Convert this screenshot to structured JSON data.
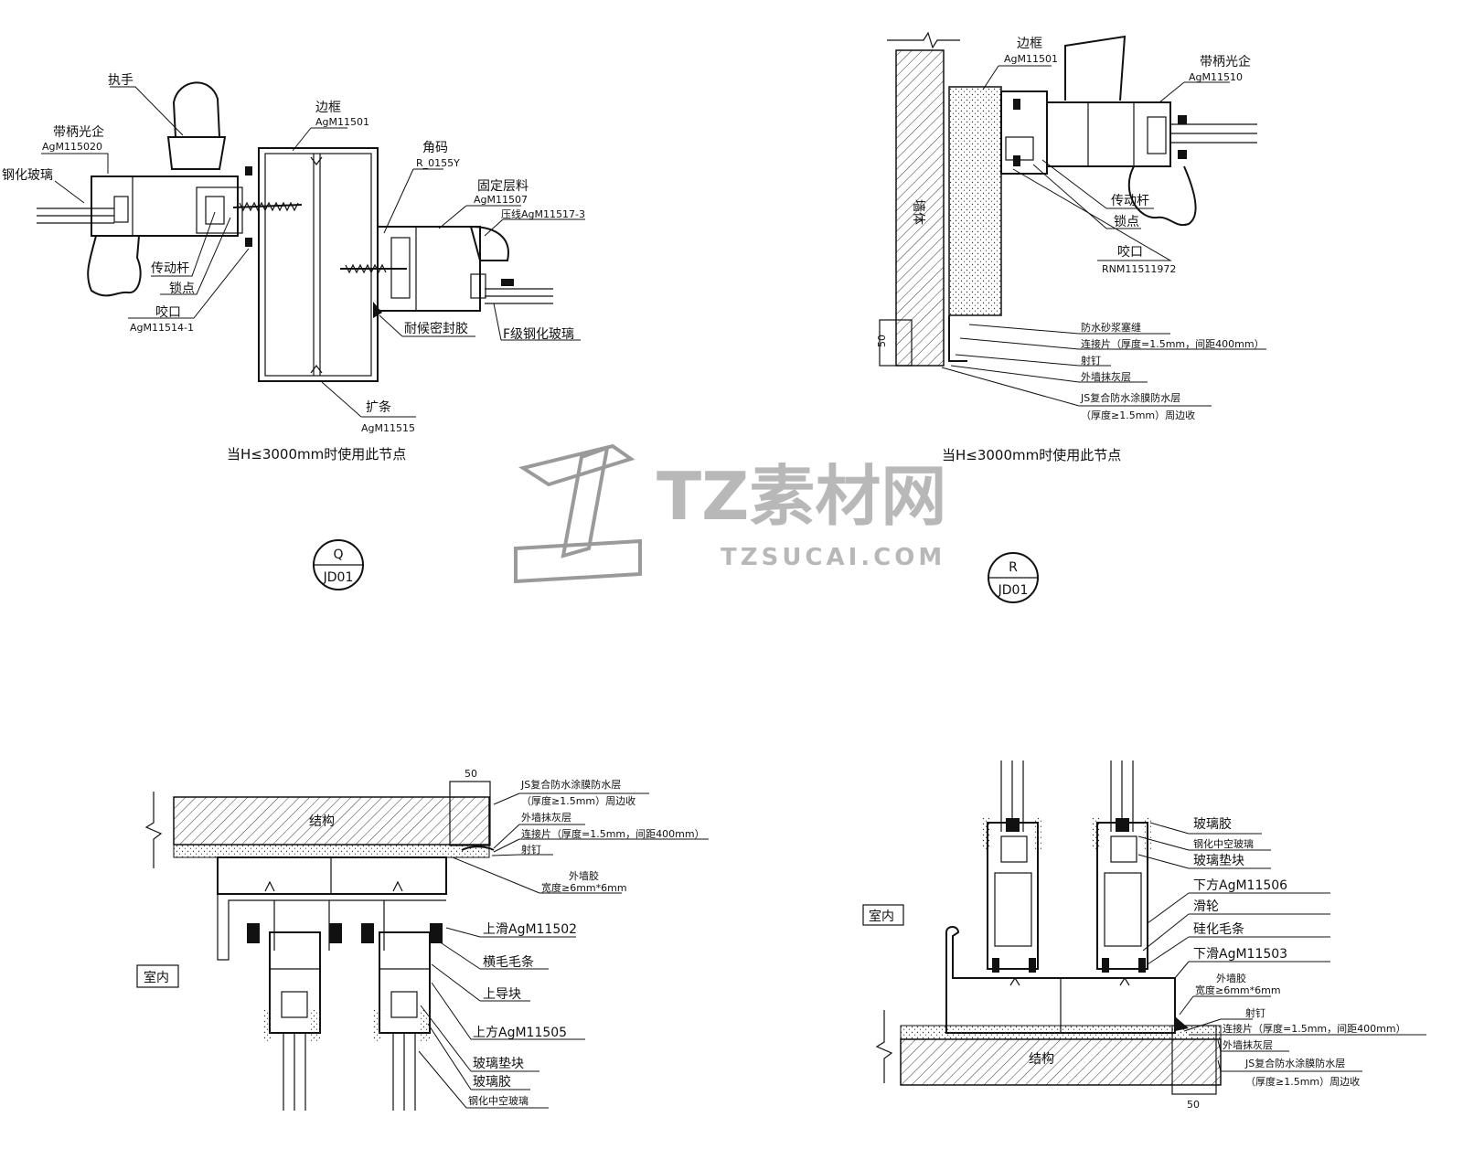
{
  "watermark": {
    "brand": "TZ素材网",
    "url": "TZSUCAI.COM"
  },
  "panel_q": {
    "labels": {
      "handle": "执手",
      "sash_profile": "带柄光企",
      "sash_code": "AgM115020",
      "glass": "钢化玻璃",
      "frame": "边框",
      "frame_code": "AgM11501",
      "clip": "角码",
      "clip_code": "R_0155Y",
      "fixed_profile": "固定层料",
      "fixed_code": "AgM11507",
      "bead": "压线AgM11517-3",
      "drive_rod": "传动杆",
      "lock_point": "锁点",
      "keeper": "咬口",
      "keeper_code": "AgM11514-1",
      "sealant": "耐候密封胶",
      "fixed_glass": "F级钢化玻璃",
      "expander": "扩条",
      "expander_code": "AgM11515"
    },
    "caption": "当H≤3000mm时使用此节点",
    "badge_top": "Q",
    "badge_bottom": "JD01"
  },
  "panel_r": {
    "labels": {
      "frame": "边框",
      "frame_code": "AgM11501",
      "sash_profile": "带柄光企",
      "sash_code": "AgM11510",
      "wall": "墙体",
      "drive_rod": "传动杆",
      "lock_point": "锁点",
      "keeper": "咬口",
      "keeper_code": "RNM11511972",
      "mortar": "防水砂浆塞缝",
      "connector": "连接片（厚度=1.5mm，间距400mm）",
      "nail": "射钉",
      "plaster": "外墙抹灰层",
      "js_layer": "JS复合防水涂膜防水层",
      "js_note": "（厚度≥1.5mm）周边收",
      "dim": "50"
    },
    "caption": "当H≤3000mm时使用此节点",
    "badge_top": "R",
    "badge_bottom": "JD01"
  },
  "panel_bl": {
    "labels": {
      "dim": "50",
      "js_layer": "JS复合防水涂膜防水层",
      "js_note": "（厚度≥1.5mm）周边收",
      "structure": "结构",
      "plaster": "外墙抹灰层",
      "connector": "连接片（厚度=1.5mm，间距400mm）",
      "nail": "射钉",
      "sealant": "外墙胶",
      "sealant_width": "宽度≥6mm*6mm",
      "indoor": "室内",
      "top_slide": "上滑AgM11502",
      "brush": "横毛毛条",
      "guide": "上导块",
      "top_rail": "上方AgM11505",
      "glass_block": "玻璃垫块",
      "glass_glue": "玻璃胶",
      "glass": "钢化中空玻璃"
    }
  },
  "panel_br": {
    "labels": {
      "glass_glue": "玻璃胶",
      "glass": "钢化中空玻璃",
      "glass_block": "玻璃垫块",
      "indoor": "室内",
      "bottom_rail": "下方AgM11506",
      "roller": "滑轮",
      "brush": "硅化毛条",
      "bottom_slide": "下滑AgM11503",
      "sealant": "外墙胶",
      "sealant_width": "宽度≥6mm*6mm",
      "nail": "射钉",
      "connector": "连接片（厚度=1.5mm，间距400mm）",
      "plaster": "外墙抹灰层",
      "structure": "结构",
      "js_layer": "JS复合防水涂膜防水层",
      "js_note": "（厚度≥1.5mm）周边收",
      "dim": "50"
    }
  }
}
